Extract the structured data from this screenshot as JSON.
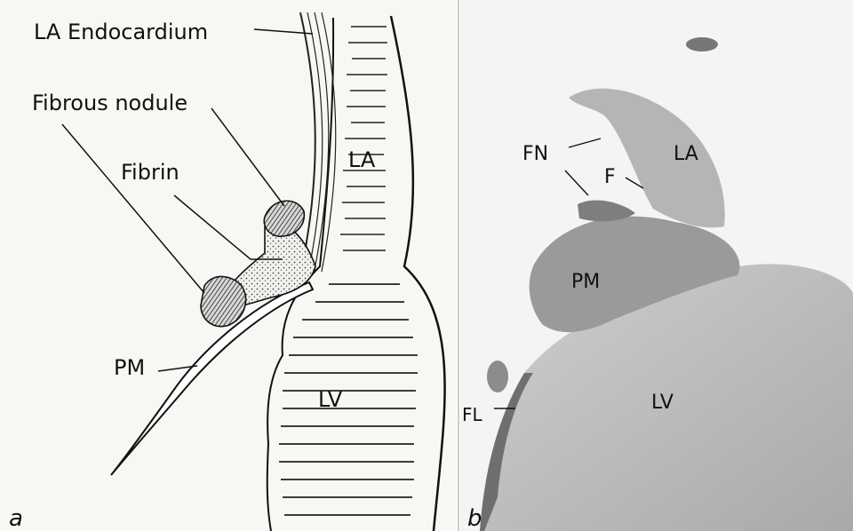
{
  "panel_a": {
    "letter": "a",
    "labels": {
      "la_endocardium": "LA Endocardium",
      "fibrous_nodule": "Fibrous nodule",
      "fibrin": "Fibrin",
      "la": "LA",
      "pm": "PM",
      "lv": "LV"
    }
  },
  "panel_b": {
    "letter": "b",
    "labels": {
      "fn": "FN",
      "f": "F",
      "la": "LA",
      "pm": "PM",
      "fl": "FL",
      "lv": "LV"
    }
  }
}
